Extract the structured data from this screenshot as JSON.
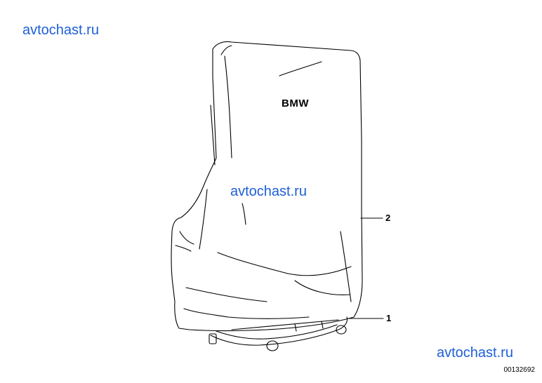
{
  "watermarks": [
    "avtochast.ru",
    "avtochast.ru",
    "avtochast.ru"
  ],
  "watermark_color": "#1e5fd6",
  "cover_label": "BMW",
  "callouts": [
    "2",
    "1"
  ],
  "diagram_number": "00132692"
}
